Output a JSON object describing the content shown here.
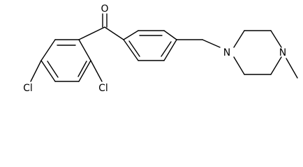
{
  "atoms": {
    "oxygen": "O",
    "chlorine_4": "Cl",
    "chlorine_2": "Cl",
    "nitrogen_1": "N",
    "nitrogen_4": "N"
  }
}
